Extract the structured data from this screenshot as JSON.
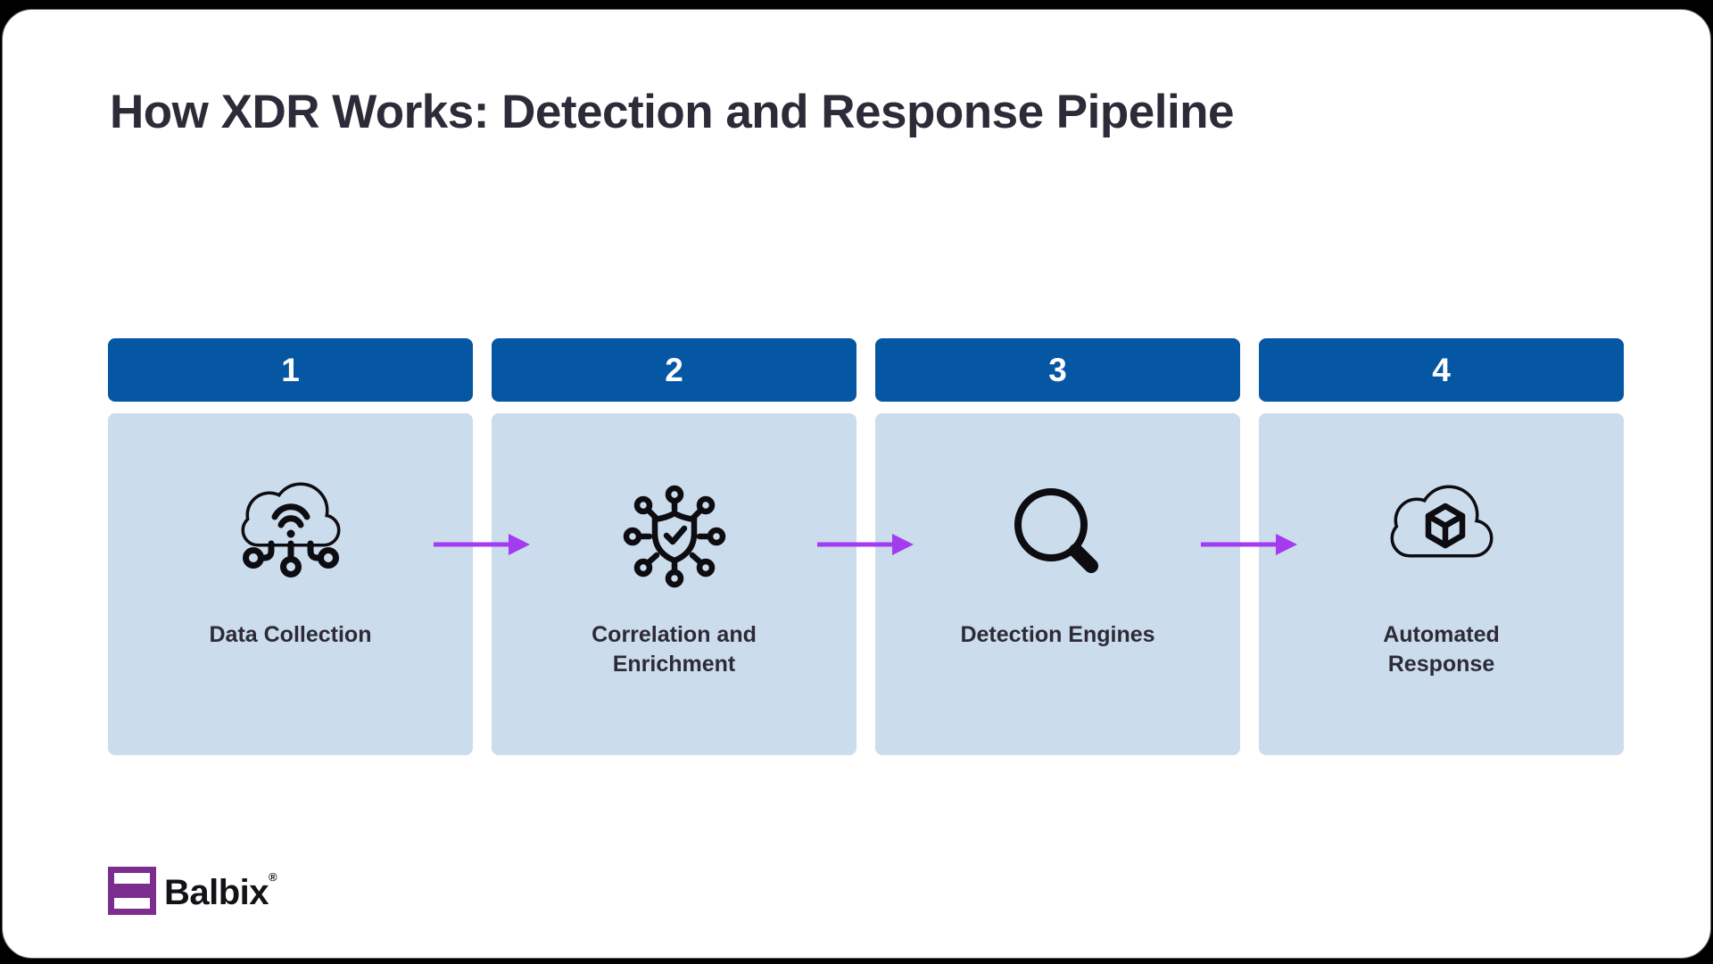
{
  "title": "How XDR Works: Detection and Response Pipeline",
  "steps": [
    {
      "number": "1",
      "label": "Data Collection"
    },
    {
      "number": "2",
      "label": "Correlation and Enrichment"
    },
    {
      "number": "3",
      "label": "Detection Engines"
    },
    {
      "number": "4",
      "label": "Automated Response"
    }
  ],
  "footer": {
    "brand": "Balbix",
    "registered": "®"
  },
  "colors": {
    "outer_bg": "#000000",
    "canvas_bg": "#ffffff",
    "header_blue": "#0556a3",
    "card_bg": "#cbdcec",
    "arrow_purple": "#a43bf0",
    "text_dark": "#2e2a38",
    "icon_dark": "#0d0c10",
    "brand_purple": "#7b2e8f",
    "brand_black": "#151217"
  }
}
